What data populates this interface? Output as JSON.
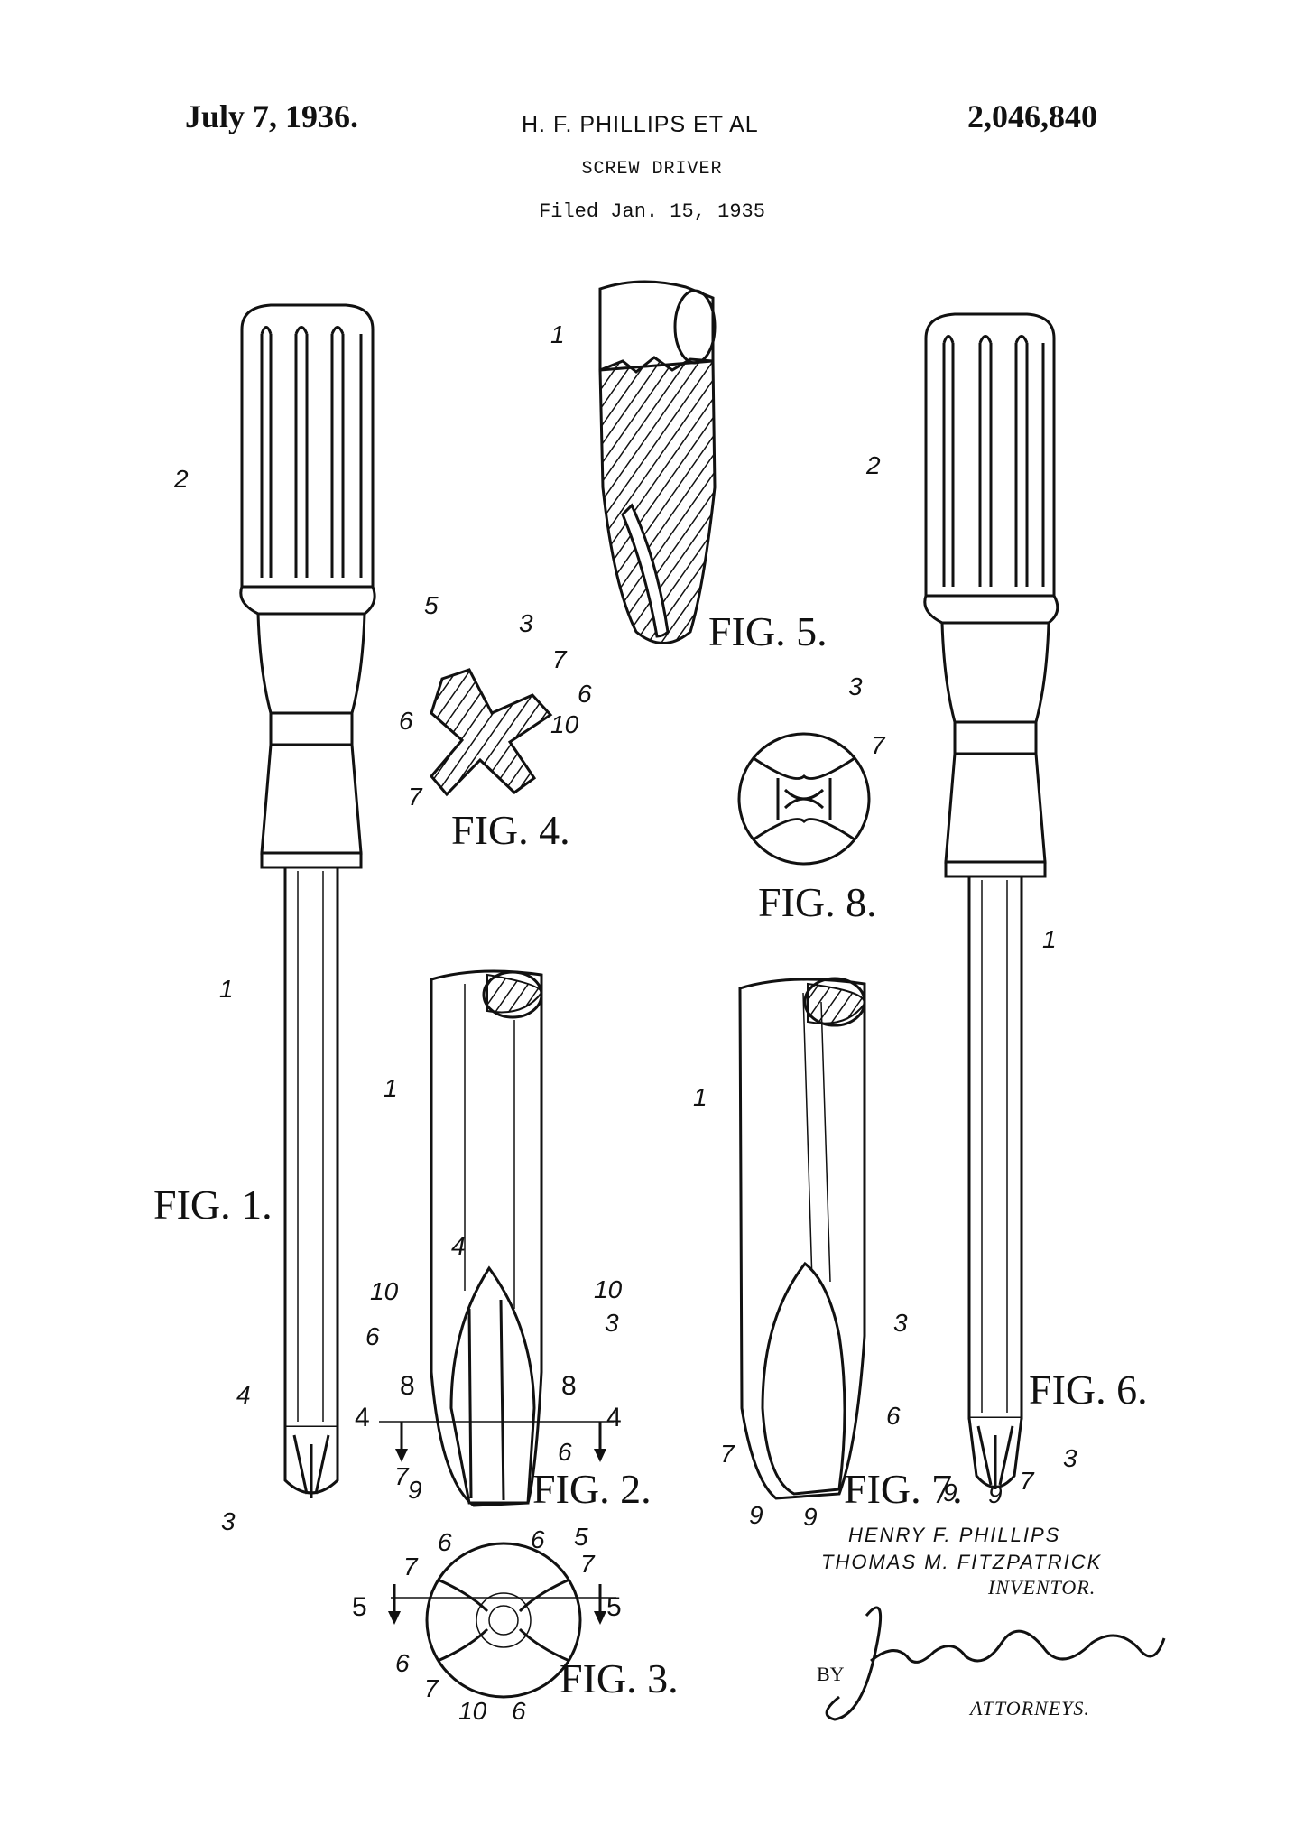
{
  "header": {
    "date": "July 7, 1936.",
    "inventors": "H. F. PHILLIPS ET AL",
    "patent_number": "2,046,840",
    "title": "SCREW DRIVER",
    "filed": "Filed Jan. 15, 1935"
  },
  "figures": {
    "fig1": "FIG. 1.",
    "fig2": "FIG. 2.",
    "fig3": "FIG. 3.",
    "fig4": "FIG. 4.",
    "fig5": "FIG. 5.",
    "fig6": "FIG. 6.",
    "fig7": "FIG. 7.",
    "fig8": "FIG. 8."
  },
  "refs": {
    "n1": "1",
    "n2": "2",
    "n3": "3",
    "n4": "4",
    "n5": "5",
    "n6": "6",
    "n7": "7",
    "n8": "8",
    "n9": "9",
    "n10": "10"
  },
  "signature_block": {
    "inventor_line1": "HENRY F. PHILLIPS",
    "inventor_line2": "THOMAS M. FITZPATRICK",
    "inventor_label": "INVENTOR.",
    "by": "BY",
    "signature": "James D. Givnan",
    "attorneys_label": "ATTORNEYS."
  },
  "colors": {
    "ink": "#111111",
    "paper": "#ffffff"
  }
}
